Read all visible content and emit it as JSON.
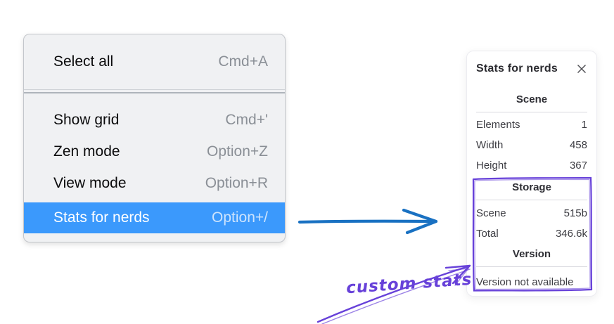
{
  "context_menu": {
    "items": [
      {
        "label": "Select all",
        "shortcut": "Cmd+A",
        "highlighted": false
      },
      {
        "label": "Show grid",
        "shortcut": "Cmd+'",
        "highlighted": false
      },
      {
        "label": "Zen mode",
        "shortcut": "Option+Z",
        "highlighted": false
      },
      {
        "label": "View mode",
        "shortcut": "Option+R",
        "highlighted": false
      },
      {
        "label": "Stats for nerds",
        "shortcut": "Option+/",
        "highlighted": true
      }
    ],
    "highlight_color": "#3b99fc"
  },
  "stats_panel": {
    "title": "Stats for nerds",
    "sections": [
      {
        "header": "Scene",
        "rows": [
          [
            "Elements",
            "1"
          ],
          [
            "Width",
            "458"
          ],
          [
            "Height",
            "367"
          ]
        ]
      },
      {
        "header": "Storage",
        "rows": [
          [
            "Scene",
            "515b"
          ],
          [
            "Total",
            "346.6k"
          ]
        ]
      },
      {
        "header": "Version",
        "rows": [],
        "note": "Version not available"
      }
    ]
  },
  "annotations": {
    "label": "custom stats",
    "blue_arrow_color": "#1971c2",
    "purple_color": "#6741d9"
  }
}
